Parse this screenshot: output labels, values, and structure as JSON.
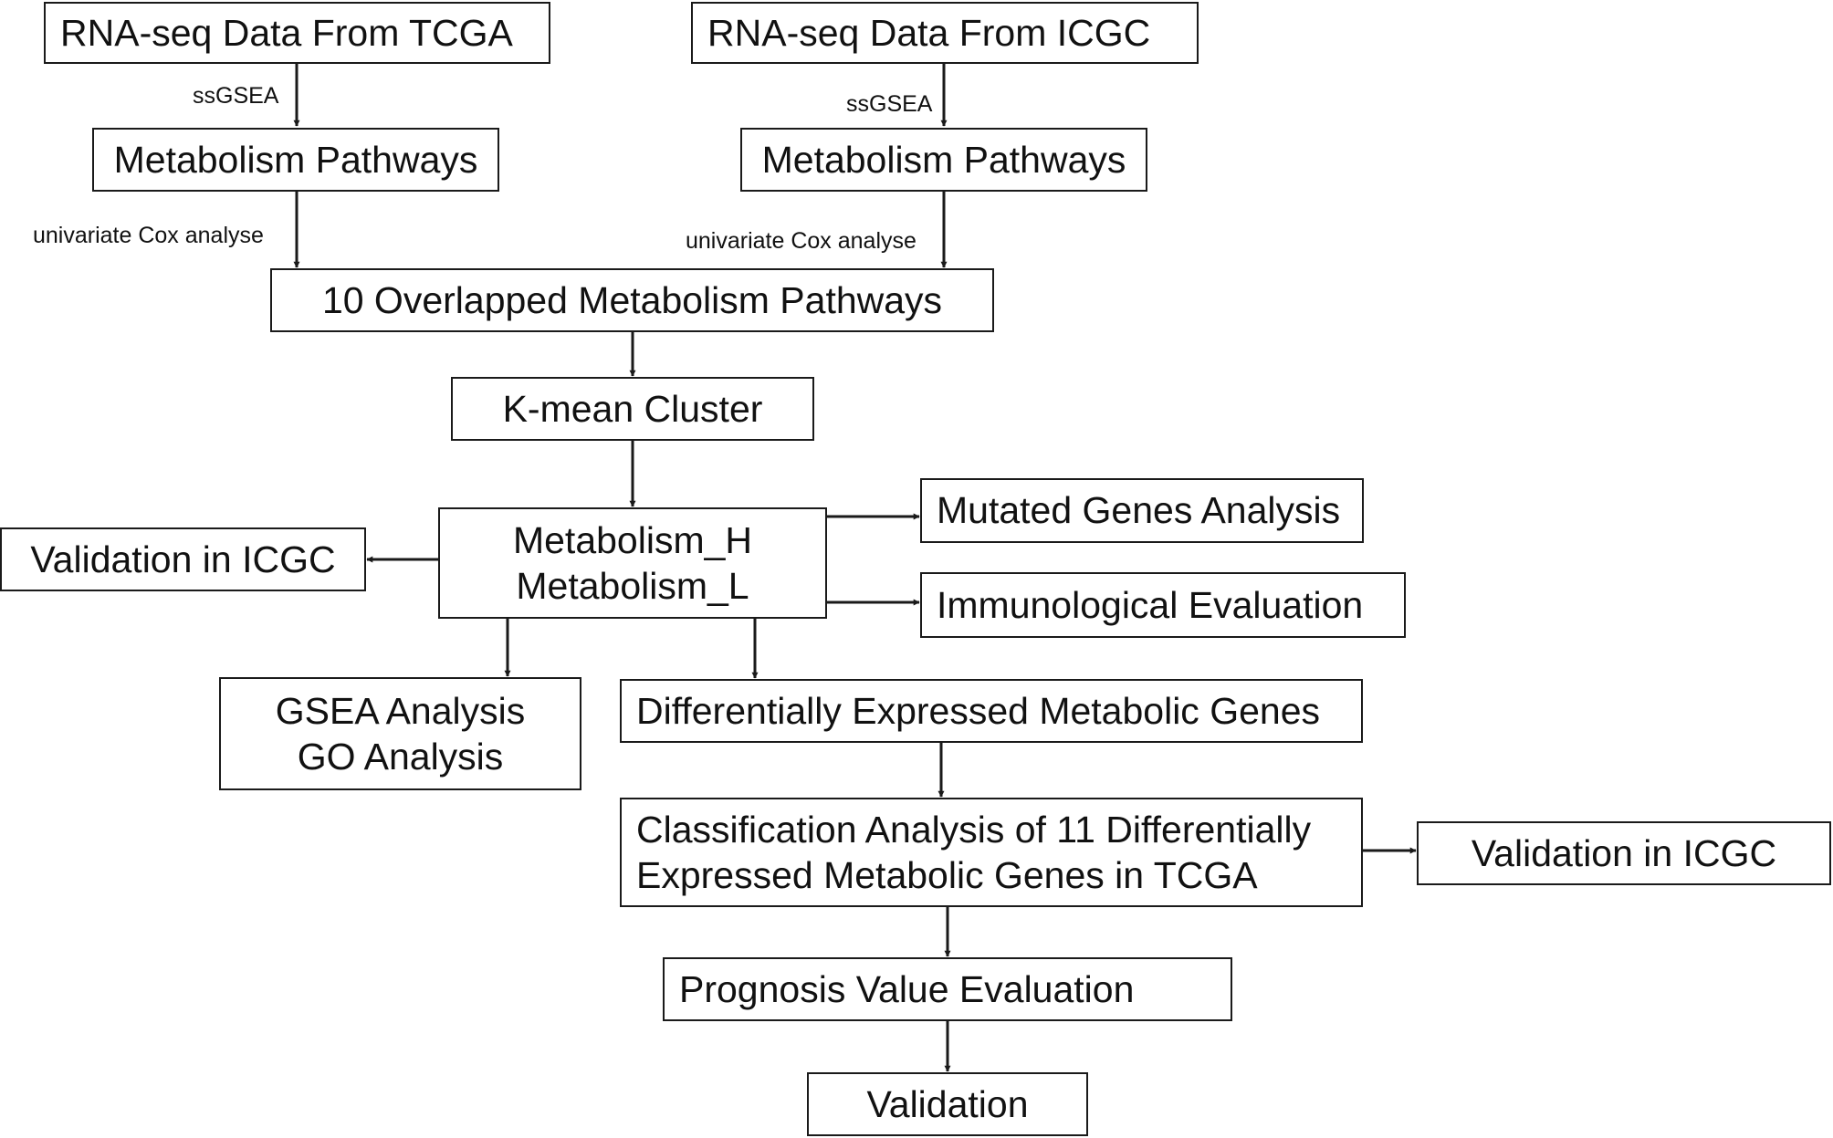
{
  "nodes": {
    "rna_tcga": "RNA-seq Data From TCGA",
    "rna_icgc": "RNA-seq Data From ICGC",
    "metab_pathways_tcga": "Metabolism Pathways",
    "metab_pathways_icgc": "Metabolism Pathways",
    "overlapped": "10 Overlapped Metabolism Pathways",
    "kmean": "K-mean Cluster",
    "metabolism_h": "Metabolism_H",
    "metabolism_l": "Metabolism_L",
    "validation_icgc_left": "Validation in ICGC",
    "mutated": "Mutated Genes Analysis",
    "immuno": "Immunological Evaluation",
    "gsea": "GSEA Analysis",
    "go": "GO Analysis",
    "deg": "Differentially Expressed Metabolic Genes",
    "classification_line1": "Classification Analysis of 11 Differentially",
    "classification_line2": "Expressed Metabolic Genes in TCGA",
    "validation_icgc_right": "Validation in ICGC",
    "prognosis": "Prognosis Value Evaluation",
    "validation": "Validation"
  },
  "edge_labels": {
    "ssgsea_tcga": "ssGSEA",
    "ssgsea_icgc": "ssGSEA",
    "cox_tcga": "univariate Cox analyse",
    "cox_icgc": "univariate Cox analyse"
  },
  "colors": {
    "stroke": "#1a1a1a",
    "text": "#111111",
    "background": "#ffffff"
  }
}
